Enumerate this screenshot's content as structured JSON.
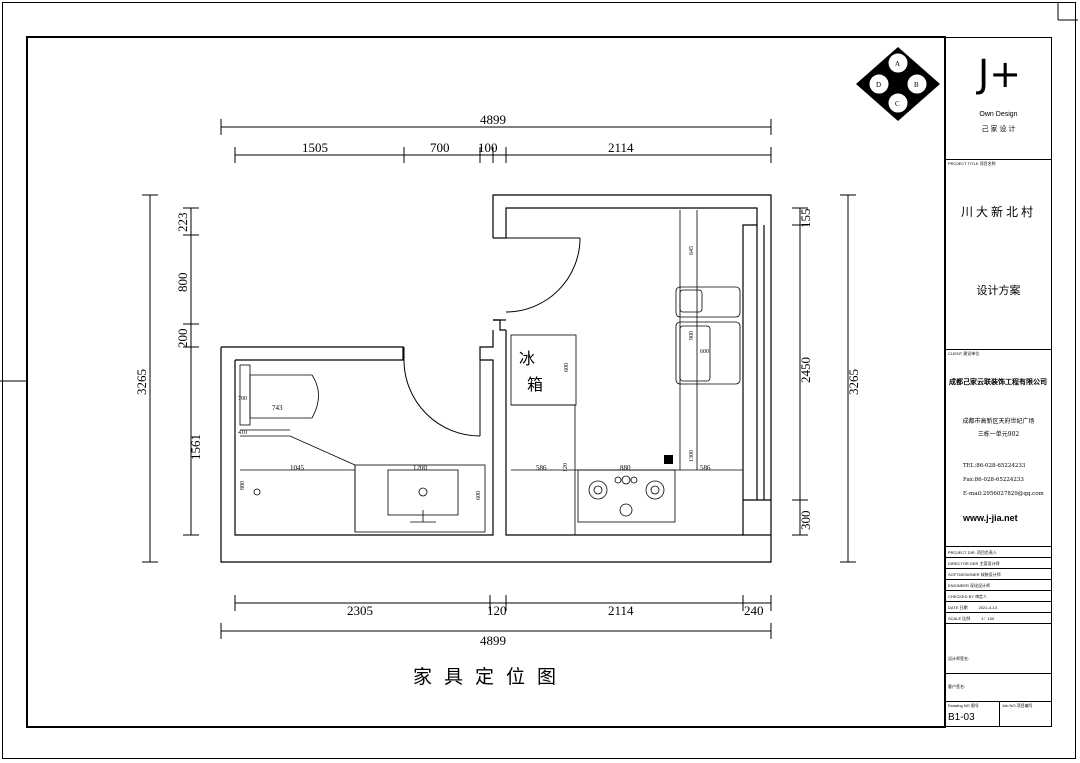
{
  "drawing": {
    "title": "家具定位图",
    "top_dims": {
      "overall": "4899",
      "segments": [
        "1505",
        "700",
        "100",
        "2114"
      ]
    },
    "bottom_dims": {
      "overall": "4899",
      "segments": [
        "2305",
        "120",
        "2114",
        "240"
      ]
    },
    "left_dims": {
      "overall": "3265",
      "segments": [
        "223",
        "800",
        "200",
        "1561"
      ]
    },
    "right_dims": {
      "overall": "3265",
      "segments": [
        "155",
        "2450",
        "300"
      ]
    },
    "bathroom": {
      "toilet_dims": [
        "700",
        "743",
        "410"
      ],
      "vanity_width": "1200",
      "vanity_depth": "600",
      "shower_width": "1045",
      "shower_depth": "880"
    },
    "kitchen": {
      "fridge_label": "冰箱",
      "fridge_depth": "600",
      "counter_dims": [
        "645",
        "900",
        "600",
        "1300",
        "586",
        "880",
        "586",
        "120"
      ]
    }
  },
  "compass": {
    "labels": [
      "A",
      "B",
      "C",
      "D"
    ]
  },
  "title_block": {
    "logo": "J+",
    "brand": "Own Design",
    "brand_cn": "己 家 设 计",
    "project_title_label": "PROJECT TITLE 项目名称",
    "project_name": "川大新北村",
    "scheme": "设计方案",
    "client_label": "CLIENT 建设单位",
    "company": "成都己家云联装饰工程有限公司",
    "address_line1": "成都市高新区天府世纪广场",
    "address_line2": "三栋一单元902",
    "tel": "TEL:86-028-65224233",
    "fax": "Fax:86-028-65224233",
    "email": "E-mail:2956027829@qq.com",
    "website": "www.j-jia.net",
    "rows": [
      {
        "label": "PROJECT DIR.",
        "value": "项目负责人"
      },
      {
        "label": "DIRECTOR DER",
        "value": "主案设计师"
      },
      {
        "label": "SOFTDESIGNER",
        "value": "软装设计师"
      },
      {
        "label": "ENGINEER",
        "value": "深化设计师"
      },
      {
        "label": "CHECKED BY",
        "value": "审定人"
      },
      {
        "label": "DATE  日期",
        "value": "2021-4-13"
      },
      {
        "label": "SCALE  比例",
        "value": "1：100"
      }
    ],
    "designer_sign_label": "设计师签名:",
    "client_sign_label": "客户签名:",
    "drawing_no_label": "Drawing NO 图号",
    "job_no_label": "Job NO 项目编号",
    "drawing_no": "B1-03"
  }
}
